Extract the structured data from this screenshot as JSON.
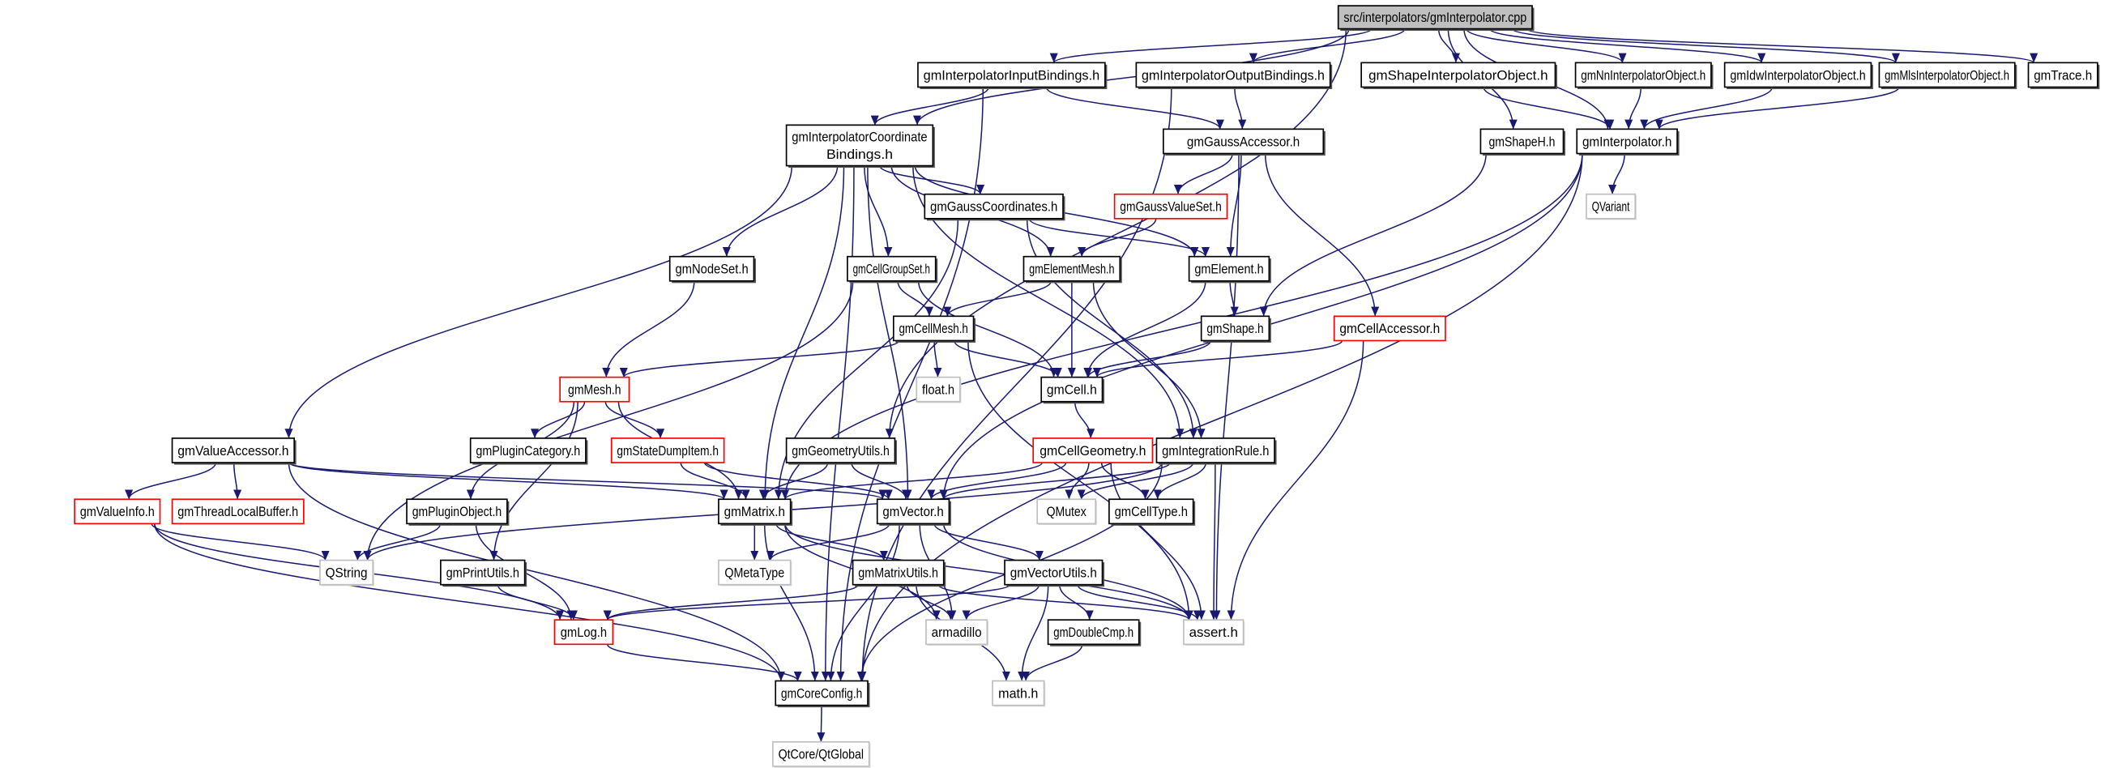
{
  "graph": {
    "nodes": [
      {
        "id": "cpp",
        "label": "src/interpolators/gmInterpolator.cpp",
        "style": "root"
      },
      {
        "id": "inb",
        "label": "gmInterpolatorInputBindings.h",
        "style": "normal"
      },
      {
        "id": "outb",
        "label": "gmInterpolatorOutputBindings.h",
        "style": "normal"
      },
      {
        "id": "shio",
        "label": "gmShapeInterpolatorObject.h",
        "style": "normal"
      },
      {
        "id": "nnio",
        "label": "gmNnInterpolatorObject.h",
        "style": "normal"
      },
      {
        "id": "idwio",
        "label": "gmIdwInterpolatorObject.h",
        "style": "normal"
      },
      {
        "id": "mlsio",
        "label": "gmMlsInterpolatorObject.h",
        "style": "normal"
      },
      {
        "id": "trace",
        "label": "gmTrace.h",
        "style": "normal"
      },
      {
        "id": "coordb",
        "label": "gmInterpolatorCoordinate\nBindings.h",
        "style": "normal"
      },
      {
        "id": "gacc",
        "label": "gmGaussAccessor.h",
        "style": "normal"
      },
      {
        "id": "shapeh",
        "label": "gmShapeH.h",
        "style": "normal"
      },
      {
        "id": "interp",
        "label": "gmInterpolator.h",
        "style": "normal"
      },
      {
        "id": "gcoord",
        "label": "gmGaussCoordinates.h",
        "style": "normal"
      },
      {
        "id": "gvs",
        "label": "gmGaussValueSet.h",
        "style": "red"
      },
      {
        "id": "qvariant",
        "label": "QVariant",
        "style": "gray"
      },
      {
        "id": "nodeset",
        "label": "gmNodeSet.h",
        "style": "normal"
      },
      {
        "id": "cgs",
        "label": "gmCellGroupSet.h",
        "style": "normal"
      },
      {
        "id": "emesh",
        "label": "gmElementMesh.h",
        "style": "normal"
      },
      {
        "id": "element",
        "label": "gmElement.h",
        "style": "normal"
      },
      {
        "id": "cmesh",
        "label": "gmCellMesh.h",
        "style": "normal"
      },
      {
        "id": "shape",
        "label": "gmShape.h",
        "style": "normal"
      },
      {
        "id": "cacc",
        "label": "gmCellAccessor.h",
        "style": "red"
      },
      {
        "id": "mesh",
        "label": "gmMesh.h",
        "style": "red"
      },
      {
        "id": "float",
        "label": "float.h",
        "style": "gray"
      },
      {
        "id": "cell",
        "label": "gmCell.h",
        "style": "normal"
      },
      {
        "id": "vacc",
        "label": "gmValueAccessor.h",
        "style": "normal"
      },
      {
        "id": "pcat",
        "label": "gmPluginCategory.h",
        "style": "normal"
      },
      {
        "id": "sdi",
        "label": "gmStateDumpItem.h",
        "style": "red"
      },
      {
        "id": "geou",
        "label": "gmGeometryUtils.h",
        "style": "normal"
      },
      {
        "id": "cgeo",
        "label": "gmCellGeometry.h",
        "style": "red"
      },
      {
        "id": "irule",
        "label": "gmIntegrationRule.h",
        "style": "normal"
      },
      {
        "id": "vinfo",
        "label": "gmValueInfo.h",
        "style": "red"
      },
      {
        "id": "tlb",
        "label": "gmThreadLocalBuffer.h",
        "style": "red"
      },
      {
        "id": "pobj",
        "label": "gmPluginObject.h",
        "style": "normal"
      },
      {
        "id": "matrix",
        "label": "gmMatrix.h",
        "style": "normal"
      },
      {
        "id": "vector",
        "label": "gmVector.h",
        "style": "normal"
      },
      {
        "id": "qmutex",
        "label": "QMutex",
        "style": "gray"
      },
      {
        "id": "ctype",
        "label": "gmCellType.h",
        "style": "normal"
      },
      {
        "id": "qstring",
        "label": "QString",
        "style": "gray"
      },
      {
        "id": "putils",
        "label": "gmPrintUtils.h",
        "style": "normal"
      },
      {
        "id": "qmeta",
        "label": "QMetaType",
        "style": "gray"
      },
      {
        "id": "mutils",
        "label": "gmMatrixUtils.h",
        "style": "normal"
      },
      {
        "id": "vutils",
        "label": "gmVectorUtils.h",
        "style": "normal"
      },
      {
        "id": "log",
        "label": "gmLog.h",
        "style": "red"
      },
      {
        "id": "arma",
        "label": "armadillo",
        "style": "gray"
      },
      {
        "id": "dcmp",
        "label": "gmDoubleCmp.h",
        "style": "normal"
      },
      {
        "id": "assert",
        "label": "assert.h",
        "style": "gray"
      },
      {
        "id": "core",
        "label": "gmCoreConfig.h",
        "style": "normal"
      },
      {
        "id": "math",
        "label": "math.h",
        "style": "gray"
      },
      {
        "id": "qtglobal",
        "label": "QtCore/QtGlobal",
        "style": "gray"
      }
    ],
    "edges": [
      [
        "cpp",
        "inb"
      ],
      [
        "cpp",
        "outb"
      ],
      [
        "cpp",
        "coordb"
      ],
      [
        "cpp",
        "shio"
      ],
      [
        "cpp",
        "nnio"
      ],
      [
        "cpp",
        "idwio"
      ],
      [
        "cpp",
        "mlsio"
      ],
      [
        "cpp",
        "trace"
      ],
      [
        "cpp",
        "shapeh"
      ],
      [
        "cpp",
        "interp"
      ],
      [
        "cpp",
        "geou"
      ],
      [
        "inb",
        "coordb"
      ],
      [
        "inb",
        "gacc"
      ],
      [
        "inb",
        "core"
      ],
      [
        "outb",
        "gacc"
      ],
      [
        "outb",
        "core"
      ],
      [
        "shio",
        "interp"
      ],
      [
        "nnio",
        "interp"
      ],
      [
        "idwio",
        "interp"
      ],
      [
        "mlsio",
        "interp"
      ],
      [
        "shapeh",
        "shape"
      ],
      [
        "interp",
        "qvariant"
      ],
      [
        "interp",
        "matrix"
      ],
      [
        "interp",
        "vector"
      ],
      [
        "interp",
        "core"
      ],
      [
        "coordb",
        "vacc"
      ],
      [
        "coordb",
        "matrix"
      ],
      [
        "coordb",
        "nodeset"
      ],
      [
        "coordb",
        "cgs"
      ],
      [
        "coordb",
        "vector"
      ],
      [
        "coordb",
        "gcoord"
      ],
      [
        "coordb",
        "emesh"
      ],
      [
        "coordb",
        "element"
      ],
      [
        "coordb",
        "irule"
      ],
      [
        "coordb",
        "core"
      ],
      [
        "gacc",
        "gvs"
      ],
      [
        "gacc",
        "element"
      ],
      [
        "gacc",
        "cacc"
      ],
      [
        "gacc",
        "assert"
      ],
      [
        "gcoord",
        "element"
      ],
      [
        "gcoord",
        "irule"
      ],
      [
        "gcoord",
        "matrix"
      ],
      [
        "gvs",
        "emesh"
      ],
      [
        "nodeset",
        "mesh"
      ],
      [
        "cgs",
        "cmesh"
      ],
      [
        "cgs",
        "cell"
      ],
      [
        "cgs",
        "qstring"
      ],
      [
        "emesh",
        "cmesh"
      ],
      [
        "emesh",
        "cell"
      ],
      [
        "emesh",
        "irule"
      ],
      [
        "element",
        "shape"
      ],
      [
        "element",
        "cell"
      ],
      [
        "cmesh",
        "mesh"
      ],
      [
        "cmesh",
        "float"
      ],
      [
        "cmesh",
        "cell"
      ],
      [
        "cmesh",
        "assert"
      ],
      [
        "shape",
        "cell"
      ],
      [
        "cacc",
        "cell"
      ],
      [
        "cacc",
        "assert"
      ],
      [
        "cell",
        "cgeo"
      ],
      [
        "mesh",
        "pcat"
      ],
      [
        "mesh",
        "sdi"
      ],
      [
        "mesh",
        "pobj"
      ],
      [
        "mesh",
        "putils"
      ],
      [
        "mesh",
        "matrix"
      ],
      [
        "sdi",
        "matrix"
      ],
      [
        "sdi",
        "vector"
      ],
      [
        "geou",
        "matrix"
      ],
      [
        "geou",
        "vector"
      ],
      [
        "cgeo",
        "matrix"
      ],
      [
        "cgeo",
        "vector"
      ],
      [
        "cgeo",
        "qmutex"
      ],
      [
        "cgeo",
        "ctype"
      ],
      [
        "cgeo",
        "assert"
      ],
      [
        "irule",
        "vector"
      ],
      [
        "irule",
        "qmutex"
      ],
      [
        "irule",
        "ctype"
      ],
      [
        "irule",
        "assert"
      ],
      [
        "irule",
        "qstring"
      ],
      [
        "irule",
        "core"
      ],
      [
        "vacc",
        "vinfo"
      ],
      [
        "vacc",
        "tlb"
      ],
      [
        "vacc",
        "matrix"
      ],
      [
        "vacc",
        "vector"
      ],
      [
        "vacc",
        "core"
      ],
      [
        "vinfo",
        "qstring"
      ],
      [
        "vinfo",
        "log"
      ],
      [
        "vinfo",
        "core"
      ],
      [
        "pobj",
        "qstring"
      ],
      [
        "pobj",
        "log"
      ],
      [
        "matrix",
        "qmeta"
      ],
      [
        "matrix",
        "mutils"
      ],
      [
        "matrix",
        "arma"
      ],
      [
        "matrix",
        "core"
      ],
      [
        "matrix",
        "assert"
      ],
      [
        "vector",
        "qmeta"
      ],
      [
        "vector",
        "vutils"
      ],
      [
        "vector",
        "arma"
      ],
      [
        "vector",
        "core"
      ],
      [
        "vector",
        "assert"
      ],
      [
        "putils",
        "log"
      ],
      [
        "mutils",
        "log"
      ],
      [
        "mutils",
        "arma"
      ],
      [
        "mutils",
        "math"
      ],
      [
        "mutils",
        "assert"
      ],
      [
        "vutils",
        "log"
      ],
      [
        "vutils",
        "arma"
      ],
      [
        "vutils",
        "dcmp"
      ],
      [
        "vutils",
        "math"
      ],
      [
        "vutils",
        "assert"
      ],
      [
        "dcmp",
        "math"
      ],
      [
        "log",
        "core"
      ],
      [
        "core",
        "qtglobal"
      ]
    ]
  },
  "colors": {
    "edge": "#191970",
    "normal_border": "#000000",
    "red_border": "#ff0000",
    "gray_border": "#bfbfbf",
    "root_fill": "#bfbfbf"
  }
}
